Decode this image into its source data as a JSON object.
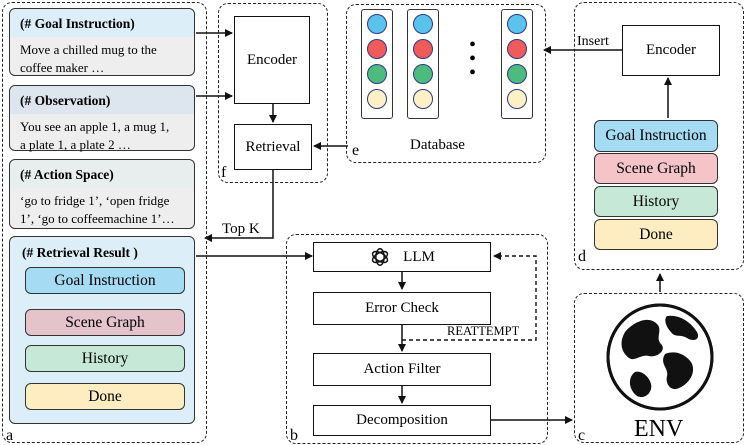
{
  "colors": {
    "goal_blue": "#a6dcf3",
    "scene_pink": "#f4c4c9",
    "history_green": "#c6e8d6",
    "done_yellow": "#fdedc0",
    "retrieval_bg": "#dceef7",
    "obs_head": "#dde5ee",
    "action_head": "#e8eeee",
    "pink_scene_retrieval": "#e4c3cb",
    "dot_blue": "#5bc2ee",
    "dot_red": "#ef5a5a",
    "dot_green": "#4dbb7e",
    "dot_cream": "#fdf0c4"
  },
  "panel_a": {
    "label": "a",
    "goal": {
      "tag_open": "(# ",
      "tag_word": "Goal Instruction",
      "tag_close": ")",
      "lines": [
        "Move a chilled mug to the",
        "coffee maker …"
      ]
    },
    "observation": {
      "tag_open": "(# ",
      "tag_word": "Observation",
      "tag_close": ")",
      "lines": [
        "You see an apple 1, a mug 1,",
        "a plate 1, a plate 2 …"
      ]
    },
    "action_space": {
      "tag_open": "(# ",
      "tag_word": "Action Space",
      "tag_close": ")",
      "lines": [
        "‘go to fridge 1’, ‘open fridge",
        "1’, ‘go to coffeemachine 1’…"
      ]
    },
    "retrieval_result": {
      "title": "(# Retrieval Result )",
      "items": [
        "Goal Instruction",
        "Scene Graph",
        "History",
        "Done"
      ]
    }
  },
  "panel_f": {
    "label": "f",
    "encoder": "Encoder",
    "retrieval": "Retrieval"
  },
  "panel_e": {
    "label": "e",
    "database": "Database",
    "ellipsis_icon": "vertical-ellipsis"
  },
  "panel_d": {
    "label": "d",
    "encoder": "Encoder",
    "insert": "Insert",
    "items": [
      "Goal Instruction",
      "Scene Graph",
      "History",
      "Done"
    ]
  },
  "panel_b": {
    "label": "b",
    "llm": "LLM",
    "llm_icon": "openai-logo-icon",
    "error_check": "Error Check",
    "reattempt": "REATTEMPT",
    "action_filter": "Action Filter",
    "decomposition": "Decomposition"
  },
  "panel_c": {
    "label": "c",
    "env": "ENV",
    "globe_icon": "globe-icon"
  },
  "top_k": "Top K"
}
